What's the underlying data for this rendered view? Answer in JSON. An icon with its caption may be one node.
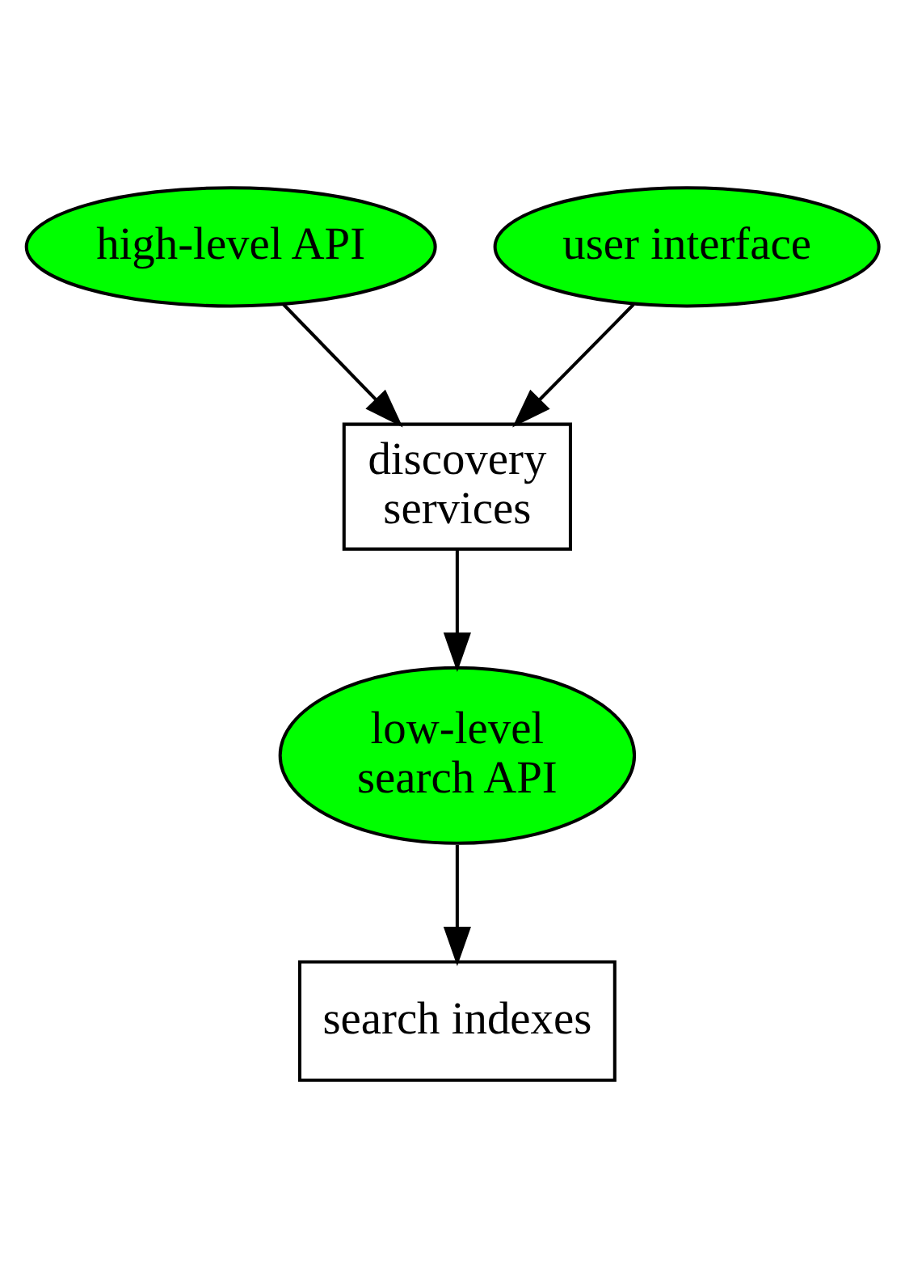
{
  "diagram": {
    "nodes": [
      {
        "text": [
          "high-level API"
        ]
      },
      {
        "text": [
          "user interface"
        ]
      },
      {
        "text": [
          "discovery services"
        ]
      },
      {
        "text": [
          "low-level search API"
        ]
      },
      {
        "text": [
          "search indexes"
        ]
      }
    ],
    "edges": [
      {
        "from": 0,
        "to": 2,
        "arrow": "to"
      },
      {
        "from": 1,
        "to": 2,
        "arrow": "to"
      },
      {
        "from": 2,
        "to": 3,
        "arrow": "to"
      },
      {
        "from": 3,
        "to": 4,
        "arrow": "to"
      }
    ]
  }
}
